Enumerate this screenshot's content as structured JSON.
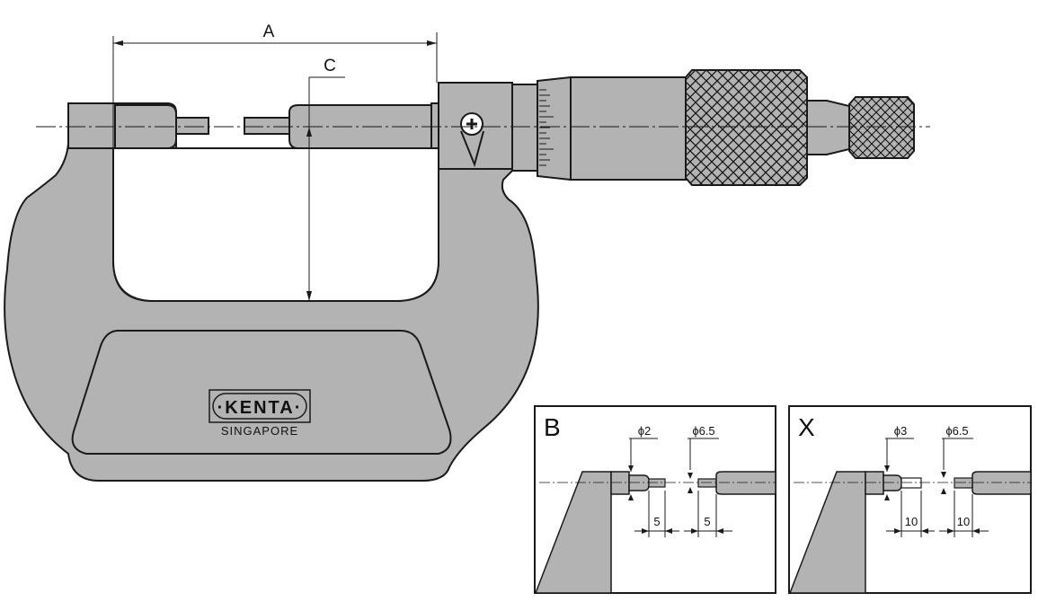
{
  "diagram": {
    "dimensions": {
      "a": "A",
      "c": "C"
    },
    "brand": {
      "name": "·KENTA·",
      "location": "SINGAPORE"
    },
    "panels": [
      {
        "title": "B",
        "tip_diameter": "ϕ2",
        "spindle_diameter": "ϕ6.5",
        "len_left": "5",
        "len_right": "5"
      },
      {
        "title": "X",
        "tip_diameter": "ϕ3",
        "spindle_diameter": "ϕ6.5",
        "len_left": "10",
        "len_right": "10"
      }
    ]
  },
  "colors": {
    "body_fill": "#b3b3b3",
    "outline": "#1a1a1a",
    "background": "#ffffff"
  }
}
